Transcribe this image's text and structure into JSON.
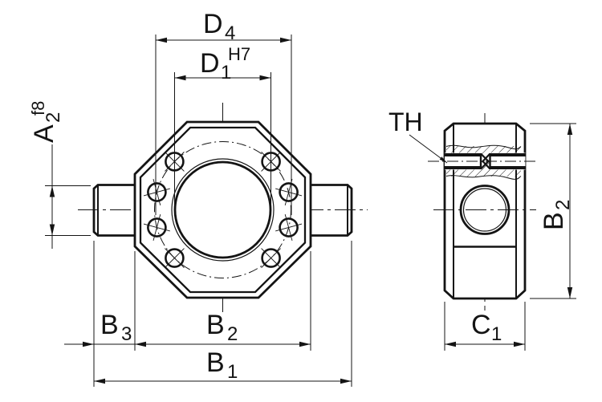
{
  "drawing": {
    "background_color": "#ffffff",
    "line_color": "#141414",
    "views": {
      "front": "octagonal trunnion flange with central bore, 8 bolt holes and two trunnion pins",
      "side": "flange side view with broken-out section of threaded holes and trunnion pin end"
    }
  },
  "labels": {
    "d4": {
      "main": "D",
      "sub": "4"
    },
    "d1_h7": {
      "main": "D",
      "sub": "1",
      "sup": "H7"
    },
    "a2_f8": {
      "main": "A",
      "sub": "2",
      "sup": "f8"
    },
    "th": {
      "text": "TH"
    },
    "b3": {
      "main": "B",
      "sub": "3"
    },
    "b2_front": {
      "main": "B",
      "sub": "2"
    },
    "b1": {
      "main": "B",
      "sub": "1"
    },
    "c1": {
      "main": "C",
      "sub": "1"
    },
    "b2_side": {
      "main": "B",
      "sub": "2"
    }
  }
}
